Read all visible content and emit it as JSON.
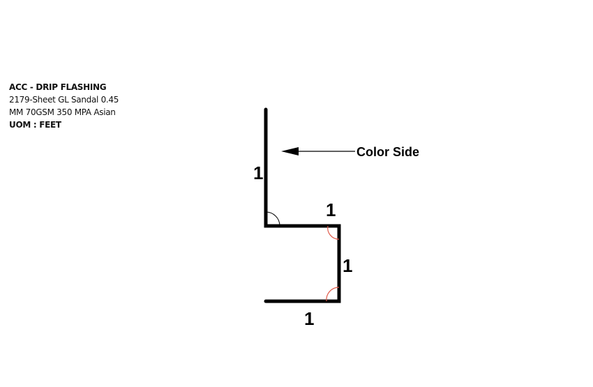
{
  "product": {
    "title": "ACC - DRIP FLASHING",
    "description_line1": "2179-Sheet GL Sandal 0.45",
    "description_line2": "MM 70GSM 350 MPA Asian",
    "uom": "UOM : FEET"
  },
  "diagram": {
    "color_side_label": "Color Side",
    "segments": [
      {
        "name": "vertical-top",
        "length_label": "1"
      },
      {
        "name": "horizontal-middle",
        "length_label": "1"
      },
      {
        "name": "vertical-lower",
        "length_label": "1"
      },
      {
        "name": "horizontal-bottom",
        "length_label": "1"
      }
    ],
    "colors": {
      "profile": "#000000",
      "angle_black": "#000000",
      "angle_red": "#e05a4a"
    }
  }
}
